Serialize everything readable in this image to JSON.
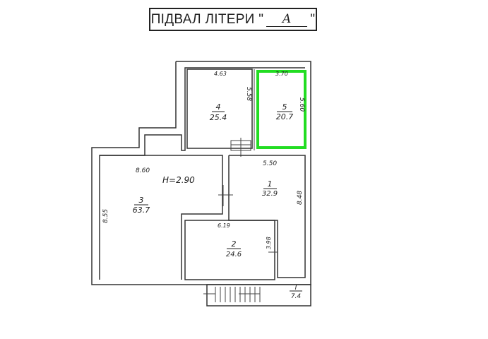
{
  "title": {
    "prefix": "ПІДВАЛ ЛІТЕРИ \"",
    "letter": "А",
    "suffix": "\""
  },
  "height_note": "H=2.90",
  "rooms": [
    {
      "number": "1",
      "area": "32.9"
    },
    {
      "number": "2",
      "area": "24.6"
    },
    {
      "number": "3",
      "area": "63.7"
    },
    {
      "number": "4",
      "area": "25.4"
    },
    {
      "number": "5",
      "area": "20.7"
    },
    {
      "number": "I",
      "area": "7.4"
    }
  ],
  "dimensions": {
    "room4_width": "4.63",
    "room4_depth": "5.58",
    "room5_width": "3.70",
    "room5_depth": "5.60",
    "room1_width": "5.50",
    "room1_depth": "8.48",
    "room3_width": "8.60",
    "room3_depth": "8.55",
    "room2_width": "6.19",
    "room2_depth": "3.98"
  },
  "highlight_color": "#22dd22"
}
